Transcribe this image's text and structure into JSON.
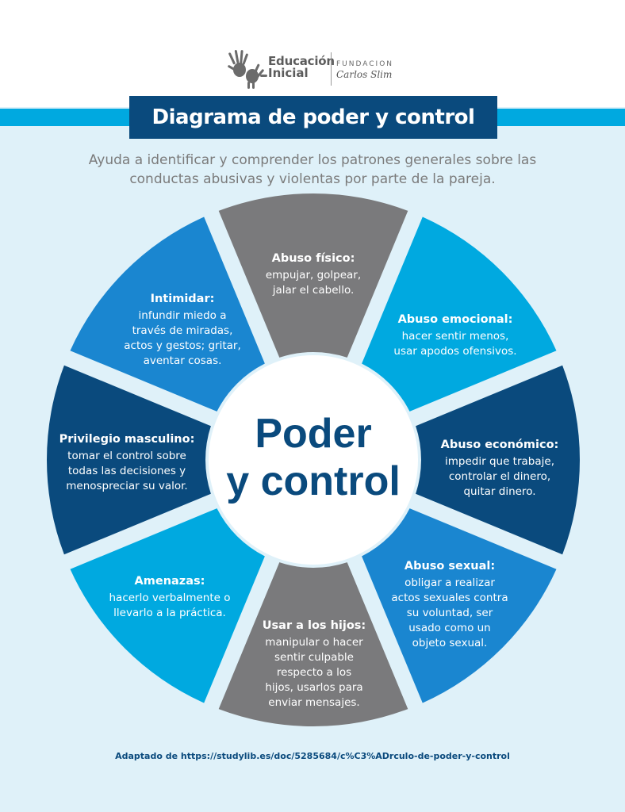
{
  "logo": {
    "line1": "Educación",
    "line2": "Inicial",
    "foundation": "FUNDACION",
    "signature": "Carlos Slim"
  },
  "title": "Diagrama de poder y control",
  "subtitle_lines": [
    "Ayuda a identificar y comprender los patrones generales sobre las",
    "conductas abusivas y violentas por parte de la pareja."
  ],
  "center": {
    "line1": "Poder",
    "line2": "y control"
  },
  "segments": [
    {
      "title": "Abuso físico:",
      "body": [
        "empujar, golpear,",
        "jalar el cabello."
      ],
      "color": "#7a7a7c"
    },
    {
      "title": "Abuso emocional:",
      "body": [
        "hacer sentir menos,",
        "usar apodos ofensivos."
      ],
      "color": "#00a9e0"
    },
    {
      "title": "Abuso económico:",
      "body": [
        "impedir que trabaje,",
        "controlar el dinero,",
        "quitar dinero."
      ],
      "color": "#0a4a7d"
    },
    {
      "title": "Abuso sexual:",
      "body": [
        "obligar a realizar",
        "actos sexuales contra",
        "su voluntad, ser",
        "usado como un",
        "objeto sexual."
      ],
      "color": "#1a86d0"
    },
    {
      "title": "Usar a los hijos:",
      "body": [
        "manipular o hacer",
        "sentir culpable",
        "respecto a los",
        "hijos, usarlos para",
        "enviar mensajes."
      ],
      "color": "#7a7a7c"
    },
    {
      "title": "Amenazas:",
      "body": [
        "hacerlo verbalmente o",
        "llevarlo a la práctica."
      ],
      "color": "#00a9e0"
    },
    {
      "title": "Privilegio masculino:",
      "body": [
        "tomar el control sobre",
        "todas las decisiones y",
        "menospreciar su valor."
      ],
      "color": "#0a4a7d"
    },
    {
      "title": "Intimidar:",
      "body": [
        "infundir miedo a",
        "través de miradas,",
        "actos y gestos; gritar,",
        "aventar cosas."
      ],
      "color": "#1a86d0"
    }
  ],
  "footer": "Adaptado de https://studylib.es/doc/5285684/c%C3%ADrculo-de-poder-y-control"
}
